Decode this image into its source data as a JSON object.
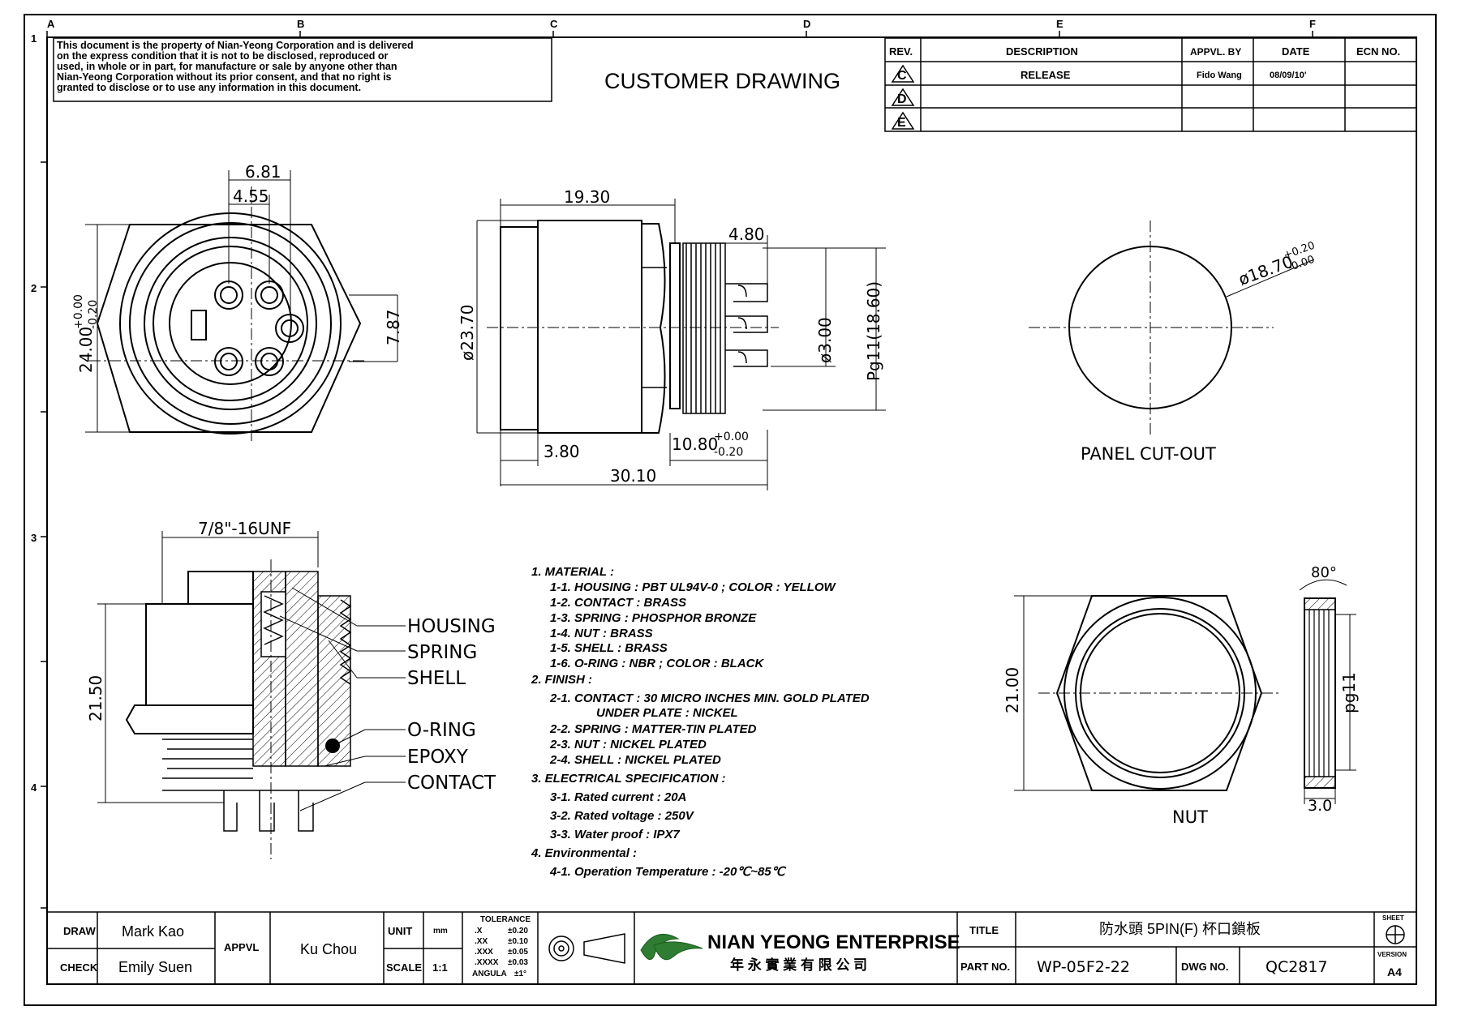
{
  "frame": {
    "col_labels": [
      "A",
      "B",
      "C",
      "D",
      "E",
      "F"
    ],
    "row_labels": [
      "1",
      "2",
      "3",
      "4"
    ]
  },
  "notice": {
    "lines": [
      "This document is the property of Nian-Yeong Corporation and is delivered",
      "on  the  express condition that it is not to be disclosed, reproduced or",
      "used, in whole or in part, for manufacture or sale by anyone other than",
      "Nian-Yeong Corporation without  its prior consent, and that  no right  is",
      "granted to disclose or to use any information in this  document."
    ]
  },
  "drawing_title": "CUSTOMER  DRAWING",
  "revision_table": {
    "headers": [
      "REV.",
      "DESCRIPTION",
      "APPVL. BY",
      "DATE",
      "ECN NO."
    ],
    "rows": [
      {
        "rev": "C",
        "description": "RELEASE",
        "appvl": "Fido Wang",
        "date": "08/09/10'",
        "ecn": ""
      },
      {
        "rev": "D",
        "description": "",
        "appvl": "",
        "date": "",
        "ecn": ""
      },
      {
        "rev": "E",
        "description": "",
        "appvl": "",
        "date": "",
        "ecn": ""
      }
    ]
  },
  "front_view": {
    "dims": {
      "pin_pitch_outer": "6.81",
      "pin_pitch_inner": "4.55",
      "height": "24.00",
      "tol_plus": "+0.00",
      "tol_minus": "-0.20",
      "pin_offset": "7.87"
    }
  },
  "side_view": {
    "dims": {
      "body_length": "19.30",
      "diameter": "ø23.70",
      "thread_len": "4.80",
      "pin_dia": "ø3.00",
      "thread": "Pg11(18.60)",
      "flange": "3.80",
      "nut_len": "10.80",
      "tol_plus": "+0.00",
      "tol_minus": "-0.20",
      "total": "30.10"
    }
  },
  "panel_cutout": {
    "label": "PANEL CUT-OUT",
    "dim": "ø18.70",
    "tol_plus": "+0.20",
    "tol_minus": "-0.00"
  },
  "section_view": {
    "thread_spec": "7/8\"-16UNF",
    "height": "21.50",
    "callouts": [
      "HOUSING",
      "SPRING",
      "SHELL",
      "O-RING",
      "EPOXY",
      "CONTACT"
    ]
  },
  "specs": {
    "lines": [
      {
        "text": "1. MATERIAL  :",
        "indent": 0
      },
      {
        "text": "1-1. HOUSING : PBT UL94V-0 ; COLOR : YELLOW",
        "indent": 1
      },
      {
        "text": "1-2. CONTACT : BRASS",
        "indent": 1
      },
      {
        "text": "1-3. SPRING : PHOSPHOR BRONZE",
        "indent": 1
      },
      {
        "text": "1-4. NUT : BRASS",
        "indent": 1
      },
      {
        "text": "1-5. SHELL : BRASS",
        "indent": 1
      },
      {
        "text": "1-6. O-RING : NBR ; COLOR : BLACK",
        "indent": 1
      },
      {
        "text": "2. FINISH  :",
        "indent": 0
      },
      {
        "text": "2-1. CONTACT : 30 MICRO INCHES MIN. GOLD PLATED",
        "indent": 1
      },
      {
        "text": "UNDER PLATE : NICKEL",
        "indent": 2
      },
      {
        "text": "2-2. SPRING : MATTER-TIN PLATED",
        "indent": 1
      },
      {
        "text": "2-3. NUT :  NICKEL PLATED",
        "indent": 1
      },
      {
        "text": "2-4. SHELL : NICKEL PLATED",
        "indent": 1
      },
      {
        "text": "3. ELECTRICAL SPECIFICATION :",
        "indent": 0
      },
      {
        "text": "3-1. Rated current : 20A",
        "indent": 1
      },
      {
        "text": "3-2. Rated voltage : 250V",
        "indent": 1
      },
      {
        "text": "3-3. Water proof : IPX7",
        "indent": 1
      },
      {
        "text": "4. Environmental :",
        "indent": 0
      },
      {
        "text": "4-1. Operation Temperature : -20℃~85℃",
        "indent": 1
      }
    ]
  },
  "nut_view": {
    "label": "NUT",
    "height": "21.00",
    "angle": "80°",
    "thread": "pg11",
    "thickness": "3.0"
  },
  "title_block": {
    "draw_label": "DRAW",
    "draw_name": "Mark Kao",
    "check_label": "CHECK",
    "check_name": "Emily Suen",
    "appvl_label": "APPVL",
    "appvl_name": "Ku Chou",
    "unit_label": "UNIT",
    "unit_value": "mm",
    "scale_label": "SCALE",
    "scale_value": "1:1",
    "tolerance_title": "TOLERANCE",
    "tolerances": [
      {
        "k": ".X",
        "v": "±0.20"
      },
      {
        "k": ".XX",
        "v": "±0.10"
      },
      {
        "k": ".XXX",
        "v": "±0.05"
      },
      {
        "k": ".XXXX",
        "v": "±0.03"
      },
      {
        "k": "ANGULA",
        "v": "±1°"
      }
    ],
    "company_en": "NIAN YEONG ENTERPRISE",
    "company_zh": "年 永 實 業 有 限 公 司",
    "title_label": "TITLE",
    "title_value": "防水頭  5PIN(F)  杯口鎖板",
    "part_label": "PART NO.",
    "part_value": "WP-05F2-22",
    "dwg_label": "DWG NO.",
    "dwg_value": "QC2817",
    "sheet_label": "SHEET",
    "version_label": "VERSION",
    "version_value": "A4"
  }
}
